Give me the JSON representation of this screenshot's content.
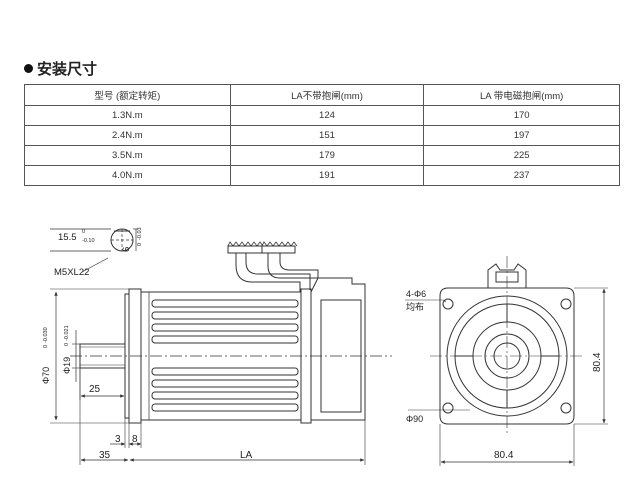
{
  "heading": "安装尺寸",
  "table": {
    "headers": [
      "型号 (额定转矩)",
      "LA不带抱闸(mm)",
      "LA 带电磁抱闸(mm)"
    ],
    "rows": [
      [
        "1.3N.m",
        "124",
        "170"
      ],
      [
        "2.4N.m",
        "151",
        "197"
      ],
      [
        "3.5N.m",
        "179",
        "225"
      ],
      [
        "4.0N.m",
        "191",
        "237"
      ]
    ]
  },
  "drawing": {
    "keyway_width": "15.5",
    "keyway_width_tol_upper": "0",
    "keyway_width_tol_lower": "-0.10",
    "keyway_depth": "6",
    "keyway_depth_tol_upper": "0",
    "keyway_depth_tol_lower": "-0.03",
    "thread": "M5XL22",
    "flange_dia": "Φ70",
    "flange_dia_tol_upper": "0",
    "flange_dia_tol_lower": "-0.030",
    "shaft_dia": "Φ19",
    "shaft_dia_tol_upper": "0",
    "shaft_dia_tol_lower": "-0.021",
    "dim_25": "25",
    "dim_3": "3",
    "dim_8": "8",
    "dim_35": "35",
    "dim_la": "LA",
    "holes_label": "4-Φ6",
    "holes_sub": "均布",
    "pcd": "Φ90",
    "dim_height": "80.4",
    "dim_width": "80.4"
  }
}
